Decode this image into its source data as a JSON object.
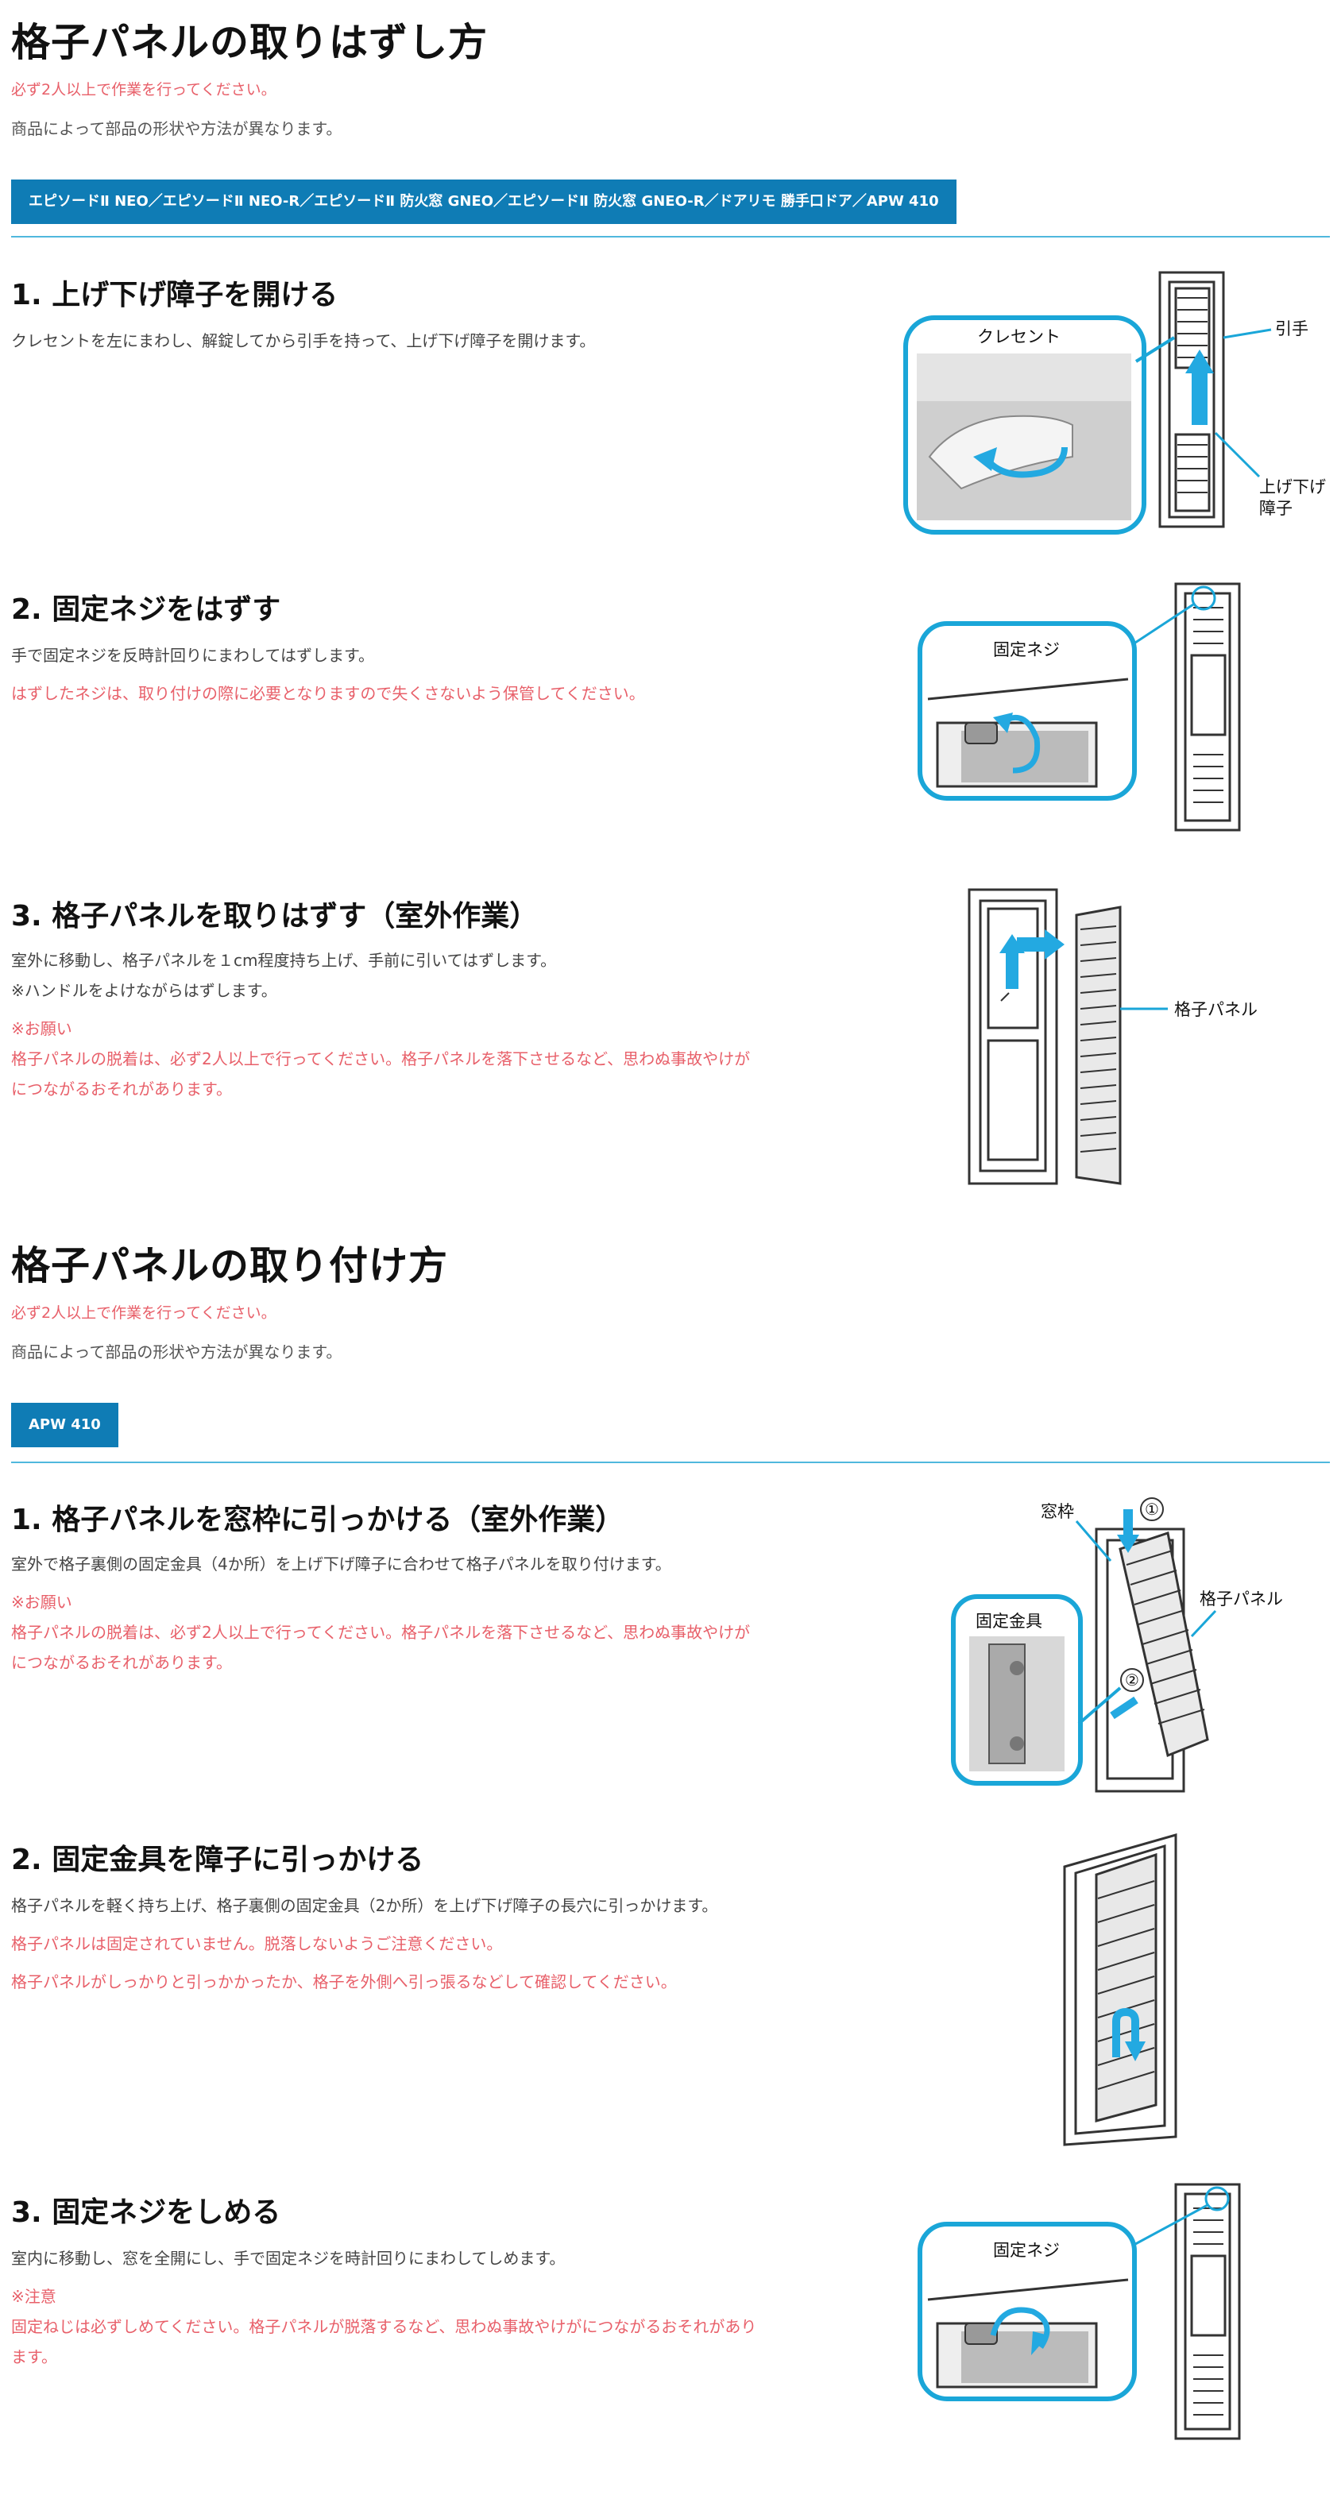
{
  "removal": {
    "title": "格子パネルの取りはずし方",
    "warning": "必ず2人以上で作業を行ってください。",
    "note": "商品によって部品の形状や方法が異なります。",
    "products_tag": "エピソードⅡ NEO／エピソードⅡ NEO-R／エピソードⅡ 防火窓 GNEO／エピソードⅡ 防火窓 GNEO-R／ドアリモ 勝手口ドア／APW 410",
    "steps": [
      {
        "title": "1. 上げ下げ障子を開ける",
        "lines": [
          "クレセントを左にまわし、解錠してから引手を持って、上げ下げ障子を開けます。"
        ],
        "callouts": {
          "crescent": "クレセント",
          "handle": "引手",
          "sash_1": "上げ下げ",
          "sash_2": "障子"
        }
      },
      {
        "title": "2. 固定ネジをはずす",
        "lines": [
          "手で固定ネジを反時計回りにまわしてはずします。"
        ],
        "red_lines": [
          "はずしたネジは、取り付けの際に必要となりますので失くさないよう保管してください。"
        ],
        "callouts": {
          "screw": "固定ネジ"
        }
      },
      {
        "title": "3. 格子パネルを取りはずす（室外作業）",
        "lines": [
          "室外に移動し、格子パネルを１cm程度持ち上げ、手前に引いてはずします。",
          "※ハンドルをよけながらはずします。"
        ],
        "red_lines": [
          "※お願い",
          "格子パネルの脱着は、必ず2人以上で行ってください。格子パネルを落下させるなど、思わぬ事故やけが",
          "につながるおそれがあります。"
        ],
        "callouts": {
          "panel": "格子パネル"
        }
      }
    ]
  },
  "install": {
    "title": "格子パネルの取り付け方",
    "warning": "必ず2人以上で作業を行ってください。",
    "note": "商品によって部品の形状や方法が異なります。",
    "products_tag": "APW 410",
    "steps": [
      {
        "title": "1. 格子パネルを窓枠に引っかける（室外作業）",
        "lines": [
          "室外で格子裏側の固定金具（4か所）を上げ下げ障子に合わせて格子パネルを取り付けます。"
        ],
        "red_lines": [
          "※お願い",
          "格子パネルの脱着は、必ず2人以上で行ってください。格子パネルを落下させるなど、思わぬ事故やけが",
          "につながるおそれがあります。"
        ],
        "callouts": {
          "frame": "窓枠",
          "panel": "格子パネル",
          "bracket": "固定金具",
          "n1": "①",
          "n2": "②"
        }
      },
      {
        "title": "2. 固定金具を障子に引っかける",
        "lines": [
          "格子パネルを軽く持ち上げ、格子裏側の固定金具（2か所）を上げ下げ障子の長穴に引っかけます。"
        ],
        "red_lines": [
          "格子パネルは固定されていません。脱落しないようご注意ください。",
          "格子パネルがしっかりと引っかかったか、格子を外側へ引っ張るなどして確認してください。"
        ]
      },
      {
        "title": "3. 固定ネジをしめる",
        "lines": [
          "室内に移動し、窓を全開にし、手で固定ネジを時計回りにまわしてしめます。"
        ],
        "red_lines": [
          "※注意",
          "固定ねじは必ずしめてください。格子パネルが脱落するなど、思わぬ事故やけがにつながるおそれがあり",
          "ます。"
        ],
        "callouts": {
          "screw": "固定ネジ"
        }
      }
    ]
  },
  "colors": {
    "accent": "#0f7cb5",
    "callout": "#1aa6d8",
    "arrow": "#23a9e1",
    "warn": "#e8606a",
    "rule": "#4fb8dd"
  }
}
